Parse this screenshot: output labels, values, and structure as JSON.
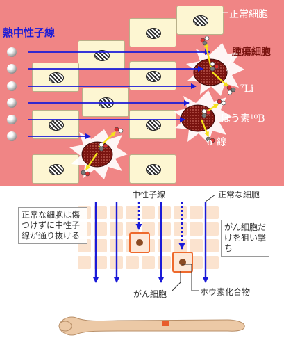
{
  "top": {
    "title": "熱中性子線",
    "normal_cell": "正常細胞",
    "tumor_cell": "腫瘍細胞",
    "lithium": "⁷Li",
    "boron": "ほう素¹⁰B",
    "alpha": "α 線"
  },
  "bottom": {
    "neutron": "中性子線",
    "normal_cell": "正常な細胞",
    "left_box": "正常な細胞は傷つけずに中性子線が通り抜ける",
    "right_box": "がん細胞だけを狙い撃ち",
    "cancer_cell": "がん細胞",
    "boron_compound": "ホウ素化合物"
  },
  "colors": {
    "top_background": "#f08585",
    "arrow_blue": "#1a1ad8",
    "tumor_orange": "#ee6a2d"
  }
}
